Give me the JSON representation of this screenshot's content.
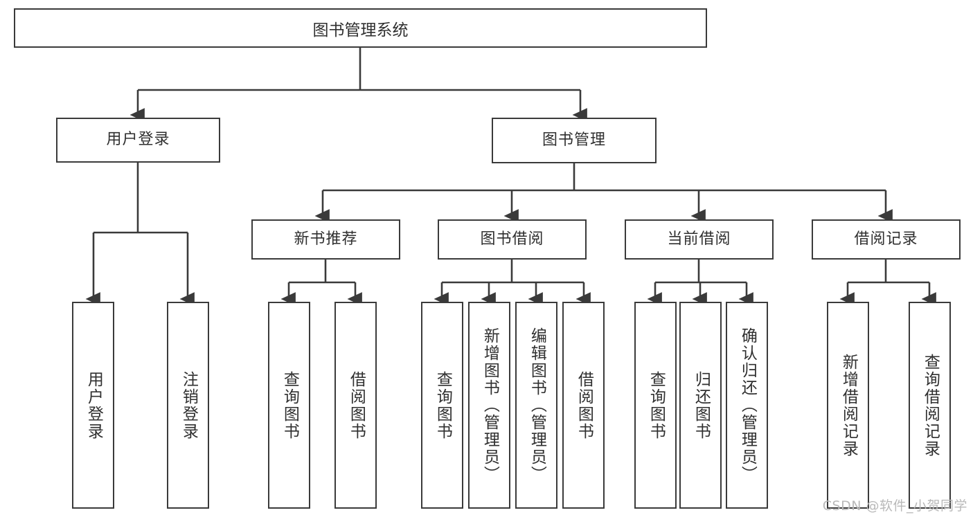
{
  "diagram": {
    "type": "tree-hierarchy",
    "title": "图书管理系统",
    "root": {
      "id": "root",
      "label": "图书管理系统"
    },
    "level1": [
      {
        "id": "user-login",
        "label": "用户登录"
      },
      {
        "id": "book-manage",
        "label": "图书管理"
      }
    ],
    "level2": [
      {
        "id": "new-book-recommend",
        "label": "新书推荐",
        "parent": "book-manage"
      },
      {
        "id": "book-borrow",
        "label": "图书借阅",
        "parent": "book-manage"
      },
      {
        "id": "current-borrow",
        "label": "当前借阅",
        "parent": "book-manage"
      },
      {
        "id": "borrow-record",
        "label": "借阅记录",
        "parent": "book-manage"
      }
    ],
    "leaves": [
      {
        "id": "leaf-user-login",
        "label": "用户登录",
        "parent": "user-login"
      },
      {
        "id": "leaf-logout-login",
        "label": "注销登录",
        "parent": "user-login"
      },
      {
        "id": "leaf-query-book-1",
        "label": "查询图书",
        "parent": "new-book-recommend"
      },
      {
        "id": "leaf-borrow-book-1",
        "label": "借阅图书",
        "parent": "new-book-recommend"
      },
      {
        "id": "leaf-query-book-2",
        "label": "查询图书",
        "parent": "book-borrow"
      },
      {
        "id": "leaf-add-book",
        "label": "新增图书（管理员）",
        "parent": "book-borrow"
      },
      {
        "id": "leaf-edit-book",
        "label": "编辑图书（管理员）",
        "parent": "book-borrow"
      },
      {
        "id": "leaf-borrow-book-2",
        "label": "借阅图书",
        "parent": "book-borrow"
      },
      {
        "id": "leaf-query-book-3",
        "label": "查询图书",
        "parent": "current-borrow"
      },
      {
        "id": "leaf-return-book",
        "label": "归还图书",
        "parent": "current-borrow"
      },
      {
        "id": "leaf-confirm-return",
        "label": "确认归还（管理员）",
        "parent": "current-borrow"
      },
      {
        "id": "leaf-add-record",
        "label": "新增借阅记录",
        "parent": "borrow-record"
      },
      {
        "id": "leaf-query-record",
        "label": "查询借阅记录",
        "parent": "borrow-record"
      }
    ]
  },
  "watermark": {
    "text": "CSDN @软件_小贺同学"
  },
  "colors": {
    "stroke": "#3a3a3a",
    "text": "#2f2f2f",
    "background": "#ffffff",
    "watermark": "#b9b9b9"
  }
}
